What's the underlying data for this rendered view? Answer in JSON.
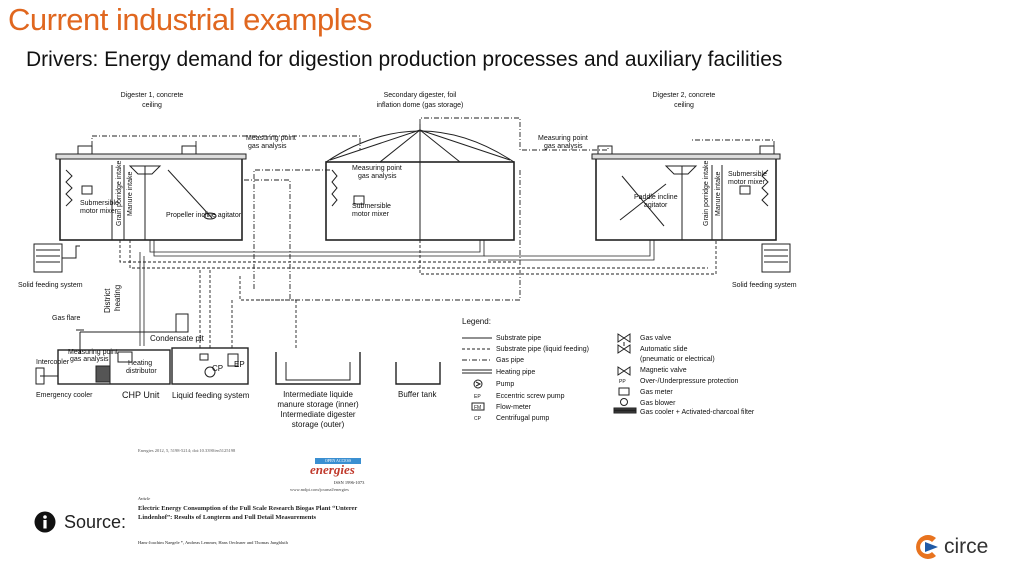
{
  "slide": {
    "title": "Current industrial examples",
    "subtitle": "Drivers: Energy demand for digestion production processes and auxiliary facilities"
  },
  "diagram": {
    "digester1_title": [
      "Digester 1, concrete",
      "ceiling"
    ],
    "secondary_title": [
      "Secondary digester,  foil",
      "inflation dome (gas storage)"
    ],
    "digester2_title": [
      "Digester 2, concrete",
      "ceiling"
    ],
    "measuring_point": [
      "Measuring point",
      "gas analysis"
    ],
    "submersible_mixer": [
      "Submersible",
      "motor mixer"
    ],
    "grain_intake": "Grain porridge intake",
    "manure_intake": "Manure intake",
    "propeller_agitator": "Propeller incline agitator",
    "paddle_agitator": [
      "Paddle incline",
      "agitator"
    ],
    "solid_feeding": "Solid feeding system",
    "district_heating": [
      "District",
      "heating"
    ],
    "gas_flare": "Gas flare",
    "condensate_pit": "Condensate pit",
    "intercooler": "Intercooler",
    "heating_distributor": [
      "Heating",
      "distributor"
    ],
    "cp": "CP",
    "ep": "EP",
    "emergency_cooler": "Emergency cooler",
    "chp_unit": "CHP Unit",
    "liquid_feeding": "Liquid feeding system",
    "intermediate_storage": [
      "Intermediate liquide",
      "manure storage (inner)",
      "Intermediate digester",
      "storage  (outer)"
    ],
    "buffer_tank": "Buffer tank",
    "legend_title": "Legend:",
    "legend_left": [
      {
        "symbol": "",
        "label": "Substrate pipe",
        "line": "solid"
      },
      {
        "symbol": "",
        "label": "Substrate pipe (liquid feeding)",
        "line": "dashed"
      },
      {
        "symbol": "",
        "label": "Gas pipe",
        "line": "dashdot"
      },
      {
        "symbol": "",
        "label": "Heating pipe",
        "line": "double"
      },
      {
        "symbol": "",
        "label": "Pump",
        "line": "pump"
      },
      {
        "symbol": "EP",
        "label": "Eccentric screw pump",
        "line": "text"
      },
      {
        "symbol": "FM",
        "label": "Flow-meter",
        "line": "box"
      },
      {
        "symbol": "CP",
        "label": "Centrifugal pump",
        "line": "text"
      }
    ],
    "legend_right": [
      {
        "symbol": "",
        "label": "Gas valve"
      },
      {
        "symbol": "",
        "label": "Automatic slide"
      },
      {
        "symbol": "",
        "label": "(pneumatic or electrical)"
      },
      {
        "symbol": "",
        "label": "Magnetic valve"
      },
      {
        "symbol": "PP",
        "label": "Over-/Underpressure protection"
      },
      {
        "symbol": "",
        "label": "Gas meter"
      },
      {
        "symbol": "",
        "label": "Gas blower"
      },
      {
        "symbol": "",
        "label": "Gas cooler + Activated-charcoal filter"
      }
    ]
  },
  "source": {
    "label": "Source:",
    "icon": "info-icon",
    "paper_citation": "Energies 2012, 5, 5198-5214; doi:10.3390/en5125198",
    "open_access": "OPEN ACCESS",
    "journal": "energies",
    "issn": "ISSN 1996-1073",
    "website": "www.mdpi.com/journal/energies",
    "article_type": "Article",
    "paper_title": "Electric Energy Consumption of the Full Scale Research Biogas Plant “Unterer Lindenhof”: Results of Longterm and Full Detail Measurements",
    "authors": "Hans-Joachim Naegele *, Andreas Lemmer, Hans Oechsner and Thomas Jungbluth"
  },
  "logo": {
    "text": "circe",
    "icon": "circe-logo-icon",
    "colors": {
      "orange": "#e8731f",
      "blue": "#1f5aa6"
    }
  },
  "colors": {
    "title": "#e0671f",
    "text": "#111111"
  }
}
